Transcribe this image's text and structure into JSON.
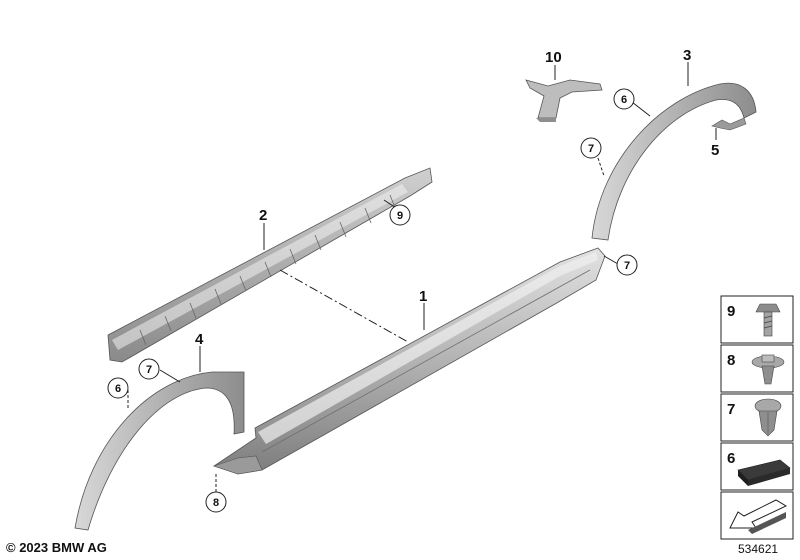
{
  "callouts": {
    "part_1": "1",
    "part_2": "2",
    "part_3": "3",
    "part_4": "4",
    "part_5": "5",
    "part_10": "10",
    "circle_9": "9",
    "circle_6_top": "6",
    "circle_7_top": "7",
    "circle_7_right": "7",
    "circle_7_left": "7",
    "circle_6_left": "6",
    "circle_8": "8"
  },
  "legend": {
    "items": [
      {
        "label": "9",
        "name": "screw"
      },
      {
        "label": "8",
        "name": "clip-nut"
      },
      {
        "label": "7",
        "name": "expanding-rivet"
      },
      {
        "label": "6",
        "name": "foam-pad"
      }
    ]
  },
  "footer": {
    "copyright": "© 2023 BMW AG",
    "diagram_id": "534621"
  },
  "colors": {
    "part_fill": "#b9b9b9",
    "part_shade": "#8e8e8e",
    "part_light": "#dcdcdc",
    "line": "#222222"
  }
}
